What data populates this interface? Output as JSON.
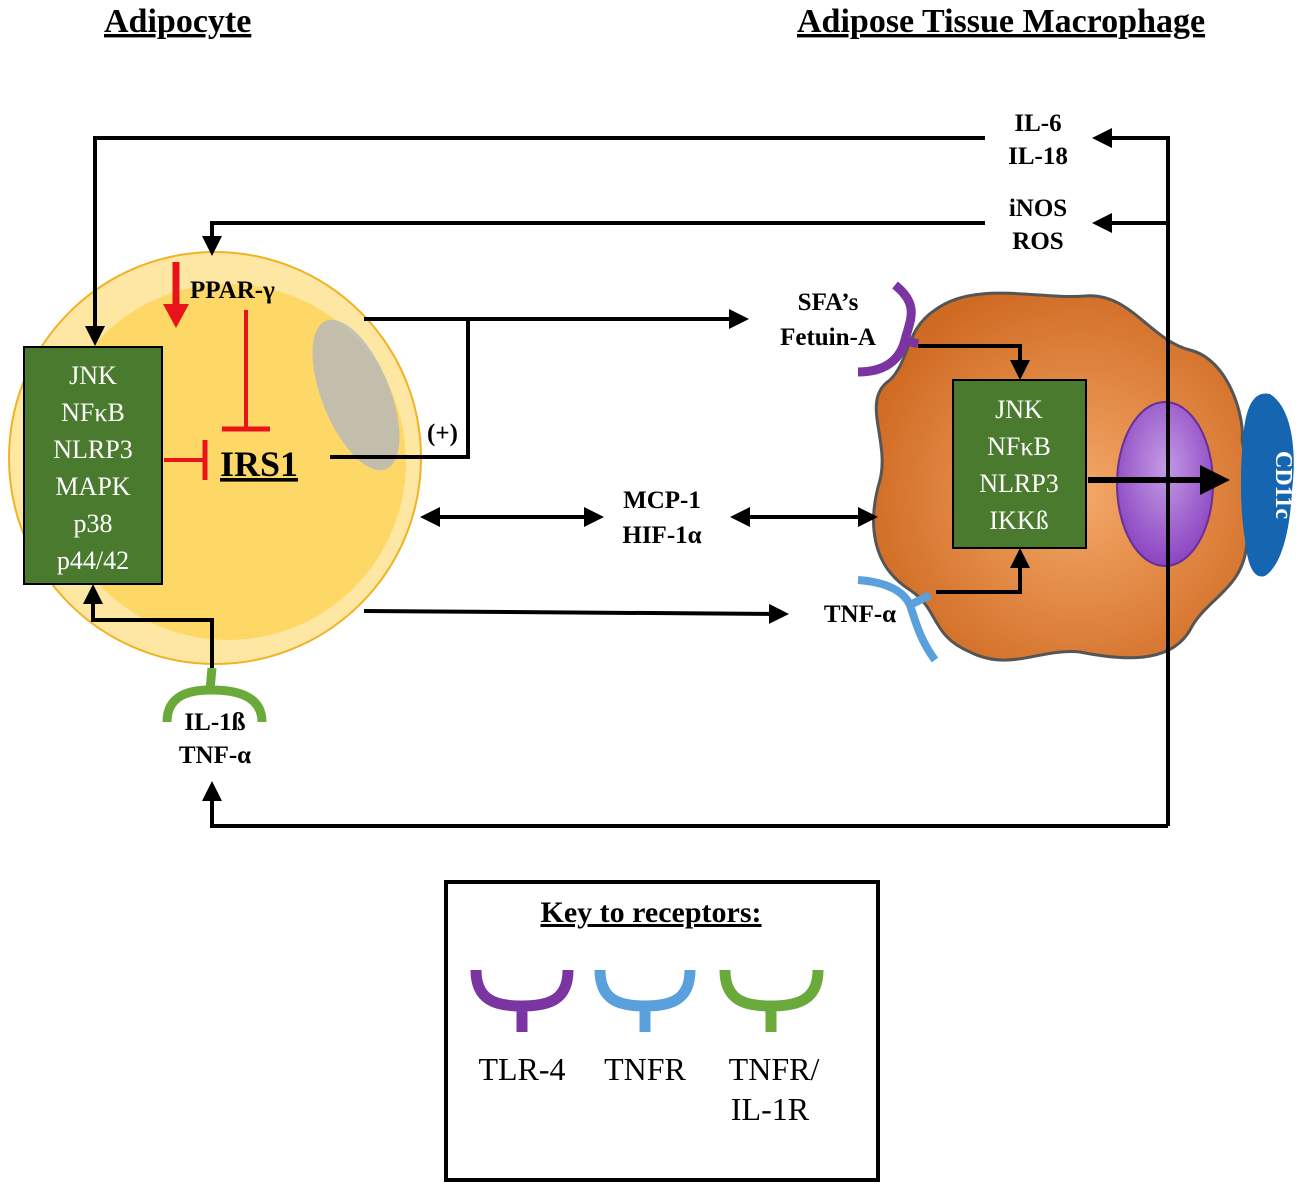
{
  "headers": {
    "adipocyte": "Adipocyte",
    "macrophage": "Adipose Tissue Macrophage"
  },
  "labels": {
    "il6": "IL-6",
    "il18": "IL-18",
    "inos": "iNOS",
    "ros": "ROS",
    "ppar": "PPAR-γ",
    "irs1": "IRS1",
    "plus": "(+)",
    "sfas": "SFA’s",
    "fetuin": "Fetuin-A",
    "mcp1": "MCP-1",
    "hif": "HIF-1α",
    "tnf_mac": "TNF-α",
    "il1b": "IL-1ß",
    "tnf_adi": "TNF-α",
    "cd11c": "CD11c"
  },
  "adipocyte_box": [
    "JNK",
    "NFκB",
    "NLRP3",
    "MAPK",
    "p38",
    "p44/42"
  ],
  "macrophage_box": [
    "JNK",
    "NFκB",
    "NLRP3",
    "IKKß"
  ],
  "key": {
    "title": "Key to receptors:",
    "tlr4": "TLR-4",
    "tnfr": "TNFR",
    "tnfr_il1r_1": "TNFR/",
    "tnfr_il1r_2": "IL-1R"
  },
  "colors": {
    "adipocyte_outer": "#fde7a3",
    "adipocyte_inner": "#fdd866",
    "green_box": "#4a7a2e",
    "macrophage": "#e07a2c",
    "nucleus": "#9b59c9",
    "cd11c": "#1565b0",
    "inhibit_red": "#e8141a",
    "tlr4_purple": "#7a35a3",
    "tnfr_blue": "#5aa0dc",
    "il1r_green": "#6aaa3a"
  }
}
